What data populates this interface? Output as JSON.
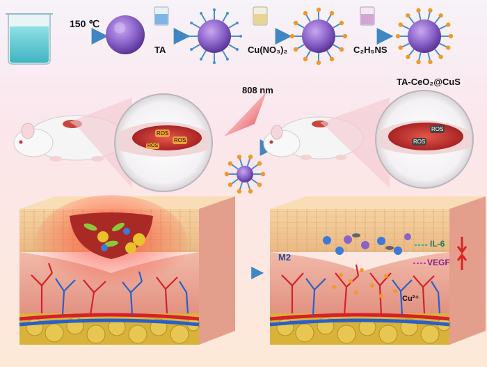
{
  "synthesis": {
    "temperature_label": "150 ℃",
    "step1_reagent": "TA",
    "step2_reagent": "Cu(NO₃)₂",
    "step3_reagent": "C₂H₅NS",
    "product_name": "TA-CeO₂@CuS"
  },
  "treatment": {
    "laser_label": "808 nm",
    "ros_labels_left": [
      "ROS",
      "ROS",
      "ROS"
    ],
    "ros_labels_right": [
      "ROS",
      "ROS"
    ]
  },
  "tissue": {
    "macrophage_label": "M2",
    "il6_label": "IL-6",
    "vegf_label": "VEGF",
    "copper_label": "Cu²⁺"
  },
  "colors": {
    "nanoparticle": "#8a62c9",
    "ligand_blue": "#4a8fd0",
    "ligand_orange": "#f09a2a",
    "arrow": "#4a8fc4",
    "down_arrow": "#e02020",
    "up_arrow": "#e02020"
  }
}
